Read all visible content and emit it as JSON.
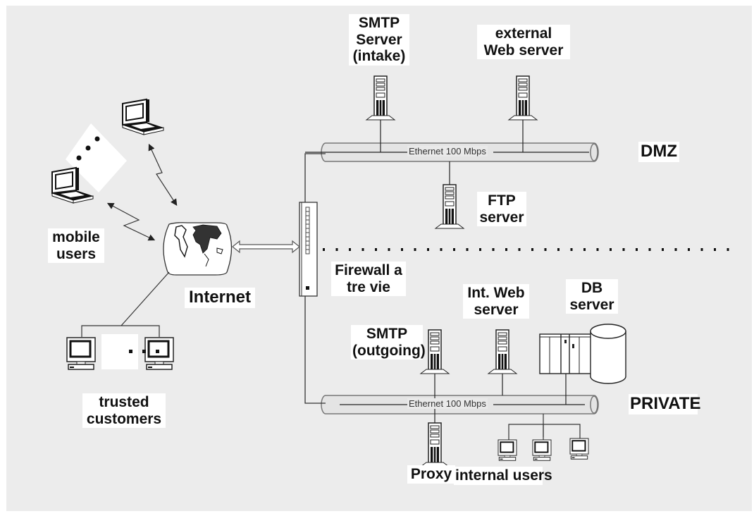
{
  "diagram": {
    "title": "DMZ network architecture with three-way firewall",
    "colors": {
      "background": "#ececec",
      "frame": "#ffffff",
      "label_bg": "#ffffff",
      "stroke": "#222222",
      "cable_fill": "#e4e4e4"
    },
    "zones": {
      "dmz": "DMZ",
      "private": "PRIVATE"
    },
    "labels": {
      "smtp_intake": "SMTP\nServer\n(intake)",
      "external_web": "external\nWeb server",
      "ftp": "FTP\nserver",
      "mobile_users": "mobile\nusers",
      "internet": "Internet",
      "firewall": "Firewall a\ntre vie",
      "int_web": "Int. Web\nserver",
      "db_server": "DB\nserver",
      "smtp_outgoing": "SMTP\n(outgoing)",
      "trusted_customers": "trusted\ncustomers",
      "proxy": "Proxy",
      "internal_users": "internal users"
    },
    "networks": {
      "dmz_ethernet": "Ethernet 100 Mbps",
      "private_ethernet": "Ethernet 100 Mbps"
    },
    "icons": [
      "laptop-icon",
      "desktop-computer-icon",
      "tower-server-icon",
      "globe-icon",
      "firewall-icon",
      "database-icon",
      "mainframe-icon",
      "wireless-link-icon"
    ],
    "edges": [
      {
        "from": "mobile_users",
        "to": "internet",
        "type": "wireless"
      },
      {
        "from": "trusted_customers",
        "to": "internet",
        "type": "wired"
      },
      {
        "from": "internet",
        "to": "firewall",
        "type": "bidirectional-arrow"
      },
      {
        "from": "firewall",
        "to": "dmz_ethernet",
        "type": "wired"
      },
      {
        "from": "firewall",
        "to": "private_ethernet",
        "type": "wired"
      },
      {
        "from": "smtp_intake",
        "to": "dmz_ethernet",
        "type": "wired"
      },
      {
        "from": "external_web",
        "to": "dmz_ethernet",
        "type": "wired"
      },
      {
        "from": "ftp",
        "to": "dmz_ethernet",
        "type": "wired"
      },
      {
        "from": "smtp_outgoing",
        "to": "private_ethernet",
        "type": "wired"
      },
      {
        "from": "int_web",
        "to": "private_ethernet",
        "type": "wired"
      },
      {
        "from": "db_server",
        "to": "private_ethernet",
        "type": "wired"
      },
      {
        "from": "proxy",
        "to": "private_ethernet",
        "type": "wired"
      },
      {
        "from": "internal_users",
        "to": "private_ethernet",
        "type": "wired"
      }
    ]
  }
}
